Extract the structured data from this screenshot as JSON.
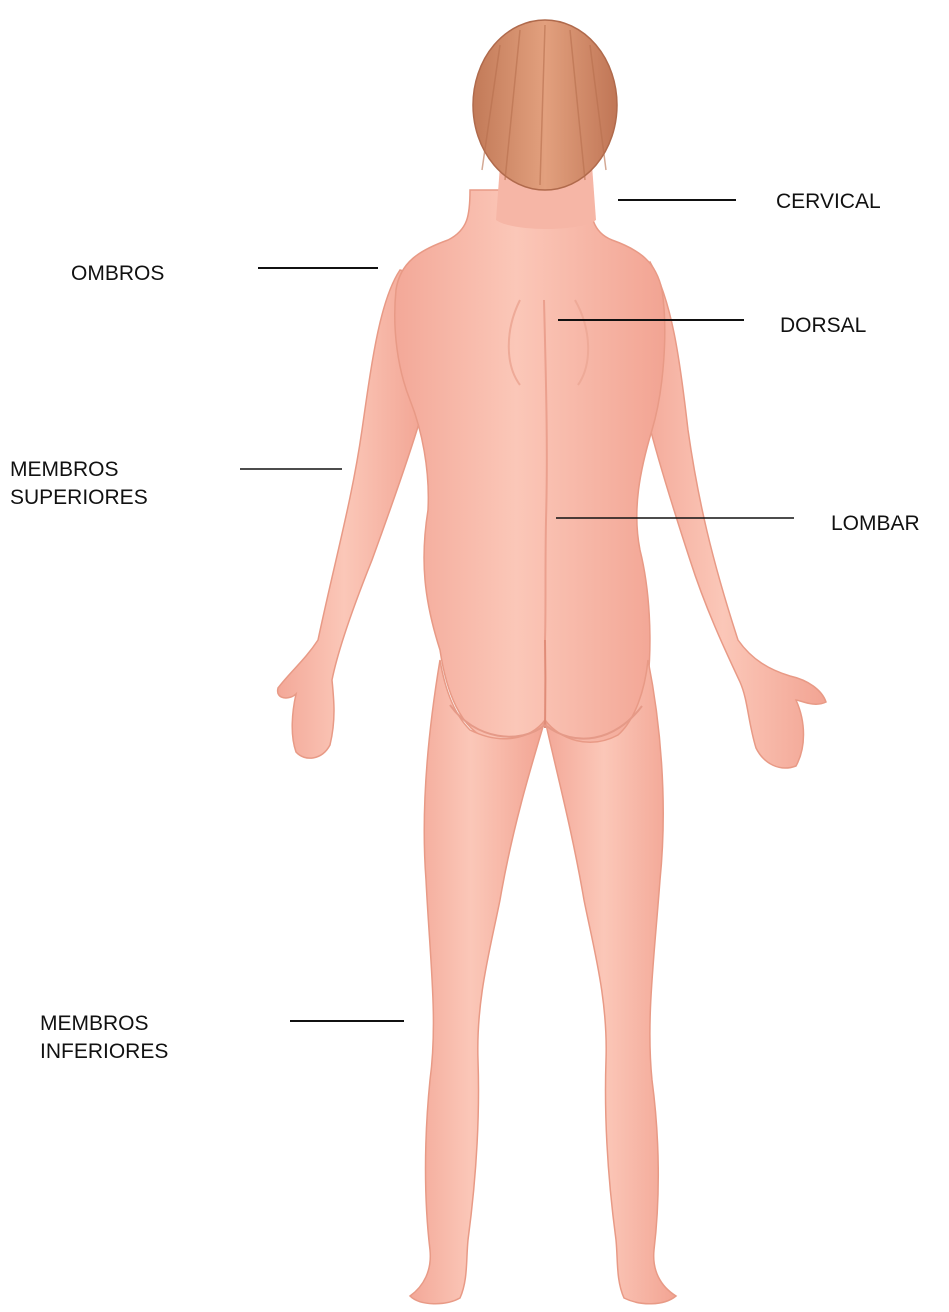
{
  "labels": {
    "cervical": "CERVICAL",
    "ombros": "OMBROS",
    "dorsal": "DORSAL",
    "membros_superiores": {
      "line1": "MEMBROS",
      "line2": "SUPERIORES"
    },
    "lombar": "LOMBAR",
    "membros_inferiores": {
      "line1": "MEMBROS",
      "line2": "INFERIORES"
    }
  },
  "colors": {
    "skin": "#f7b8a8",
    "skin_shadow": "#ee9a88",
    "skin_highlight": "#fbd3c6",
    "hair": "#d8906e",
    "hair_dark": "#b86e50",
    "leader_line": "#111111"
  }
}
